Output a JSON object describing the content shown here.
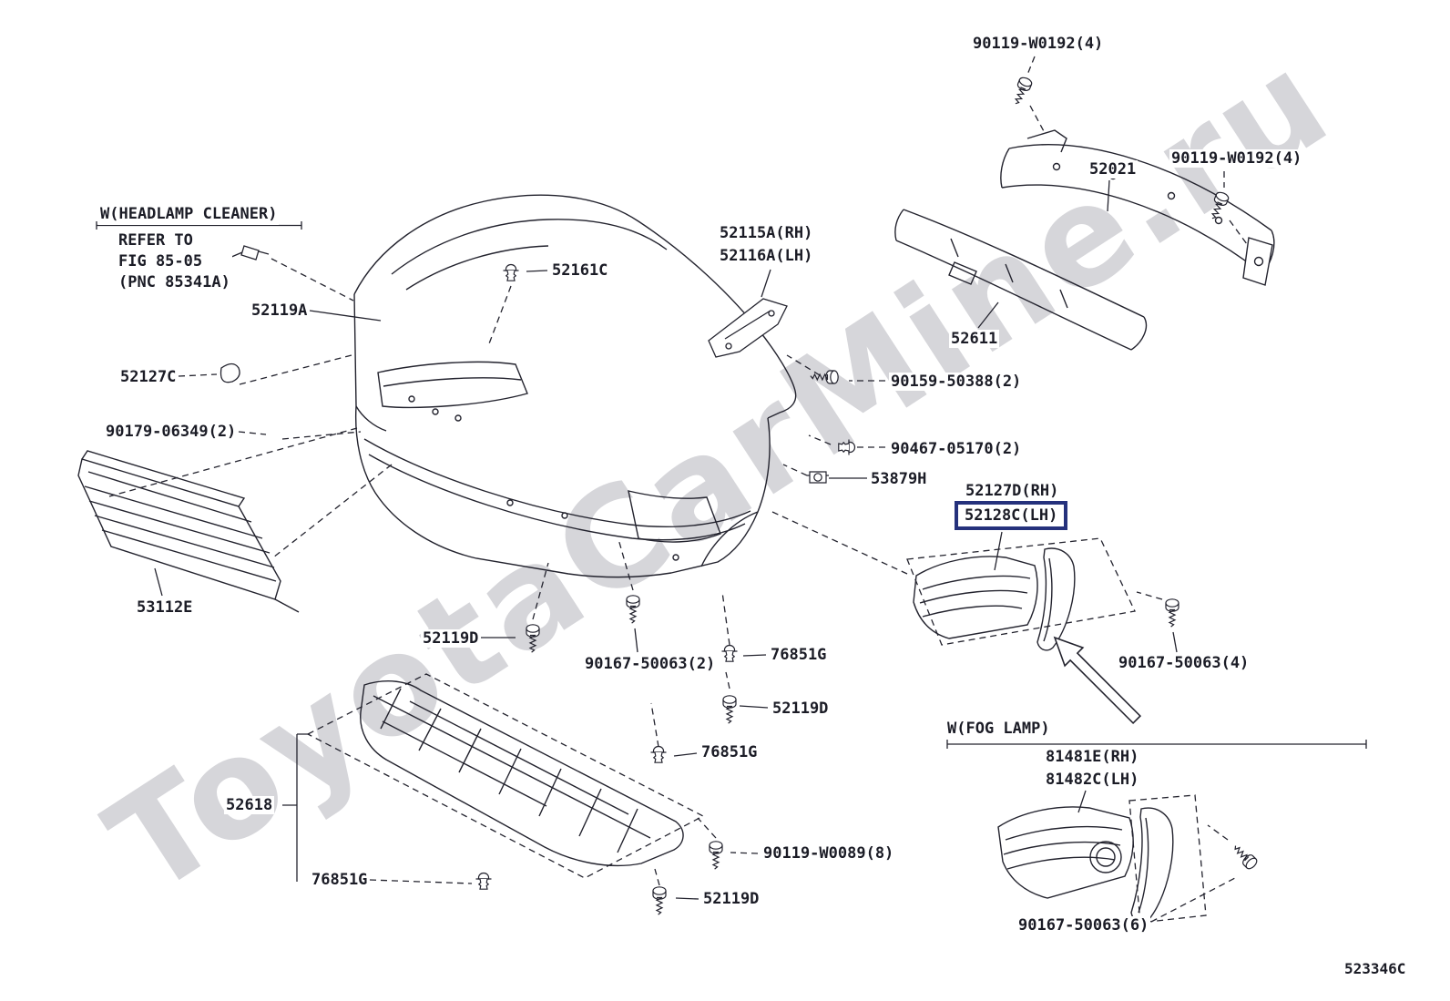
{
  "watermark": "ToyotaCarMine.ru",
  "diagram_code": "523346C",
  "highlight": {
    "selected_part": "52128C(LH)",
    "box_color": "#25317c"
  },
  "line_color": "#23232e",
  "notes": {
    "headlamp_cleaner": "W(HEADLAMP CLEANER)",
    "refer": "REFER TO\nFIG 85-05\n(PNC 85341A)",
    "fog_lamp": "W(FOG LAMP)"
  },
  "parts": {
    "p90119_w0192_a": "90119-W0192(4)",
    "p52021": "52021",
    "p90119_w0192_b": "90119-W0192(4)",
    "p52161c": "52161C",
    "p52115a": "52115A(RH)",
    "p52116a": "52116A(LH)",
    "p52119a": "52119A",
    "p52611": "52611",
    "p52127c": "52127C",
    "p90159_50388": "90159-50388(2)",
    "p90179_06349": "90179-06349(2)",
    "p90467_05170": "90467-05170(2)",
    "p53879h": "53879H",
    "p52127d": "52127D(RH)",
    "p52128c": "52128C(LH)",
    "p53112e": "53112E",
    "p52119d_1": "52119D",
    "p90167_50063_2": "90167-50063(2)",
    "p76851g_1": "76851G",
    "p90167_50063_4": "90167-50063(4)",
    "p52119d_2": "52119D",
    "p76851g_2": "76851G",
    "p81481e": "81481E(RH)",
    "p81482c": "81482C(LH)",
    "p52618": "52618",
    "p90119_w0089": "90119-W0089(8)",
    "p76851g_3": "76851G",
    "p52119d_3": "52119D",
    "p90167_50063_6": "90167-50063(6)"
  }
}
